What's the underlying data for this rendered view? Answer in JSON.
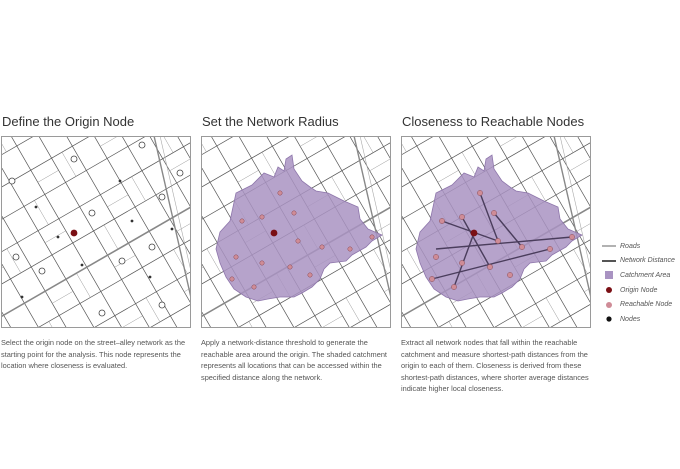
{
  "panels": [
    {
      "title": "Define the Origin Node",
      "description": "Select the origin node on the street–alley network as the starting point for the analysis. This node represents the location where closeness is evaluated."
    },
    {
      "title": "Set the Network Radius",
      "description": "Apply a network-distance threshold to generate the reachable area around the origin. The shaded catchment represents all locations that can be accessed within the specified distance along the network."
    },
    {
      "title": "Closeness to Reachable Nodes",
      "description": "Extract all network nodes that fall within the reachable catchment and measure shortest-path distances from the origin to each of them. Closeness is derived from these shortest-path distances, where shorter average distances indicate higher local closeness."
    }
  ],
  "legend": {
    "items": [
      {
        "label": "Roads",
        "symbol": "line",
        "color": "#666666"
      },
      {
        "label": "Network Distance",
        "symbol": "thick-line",
        "color": "#555555"
      },
      {
        "label": "Catchment Area",
        "symbol": "square",
        "color": "#a993c2"
      },
      {
        "label": "Origin Node",
        "symbol": "dot",
        "color": "#7a0f14"
      },
      {
        "label": "Reachable Node",
        "symbol": "dot",
        "color": "#cf8c97"
      },
      {
        "label": "Nodes",
        "symbol": "dot",
        "color": "#111111"
      }
    ]
  },
  "colors": {
    "road": "#555555",
    "road_light": "#9a9a9a",
    "catchment_fill": "#a993c2",
    "catchment_stroke": "#8e76ab",
    "origin": "#7a0f14",
    "reachable": "#cf8c97",
    "network_distance": "#4a3d5c"
  }
}
